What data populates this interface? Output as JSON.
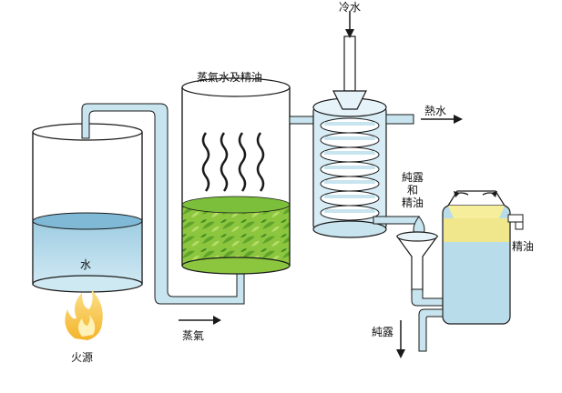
{
  "labels": {
    "cold_water": "冷水",
    "hot_water": "熱水",
    "steam_water_oil": "蒸氣水及精油",
    "hydrosol_and_oil": "純露\n和\n精油",
    "essential_oil": "精油",
    "water": "水",
    "steam": "蒸氣",
    "hydrosol": "純露",
    "heat_source": "火源"
  },
  "colors": {
    "water": "#bfe0ee",
    "water_dark": "#a9d3e6",
    "pipe": "#c8e4ef",
    "outline": "#1a1a1a",
    "leaves": "#8cc63f",
    "oil": "#f0e68c",
    "flame": "#f6c844"
  }
}
